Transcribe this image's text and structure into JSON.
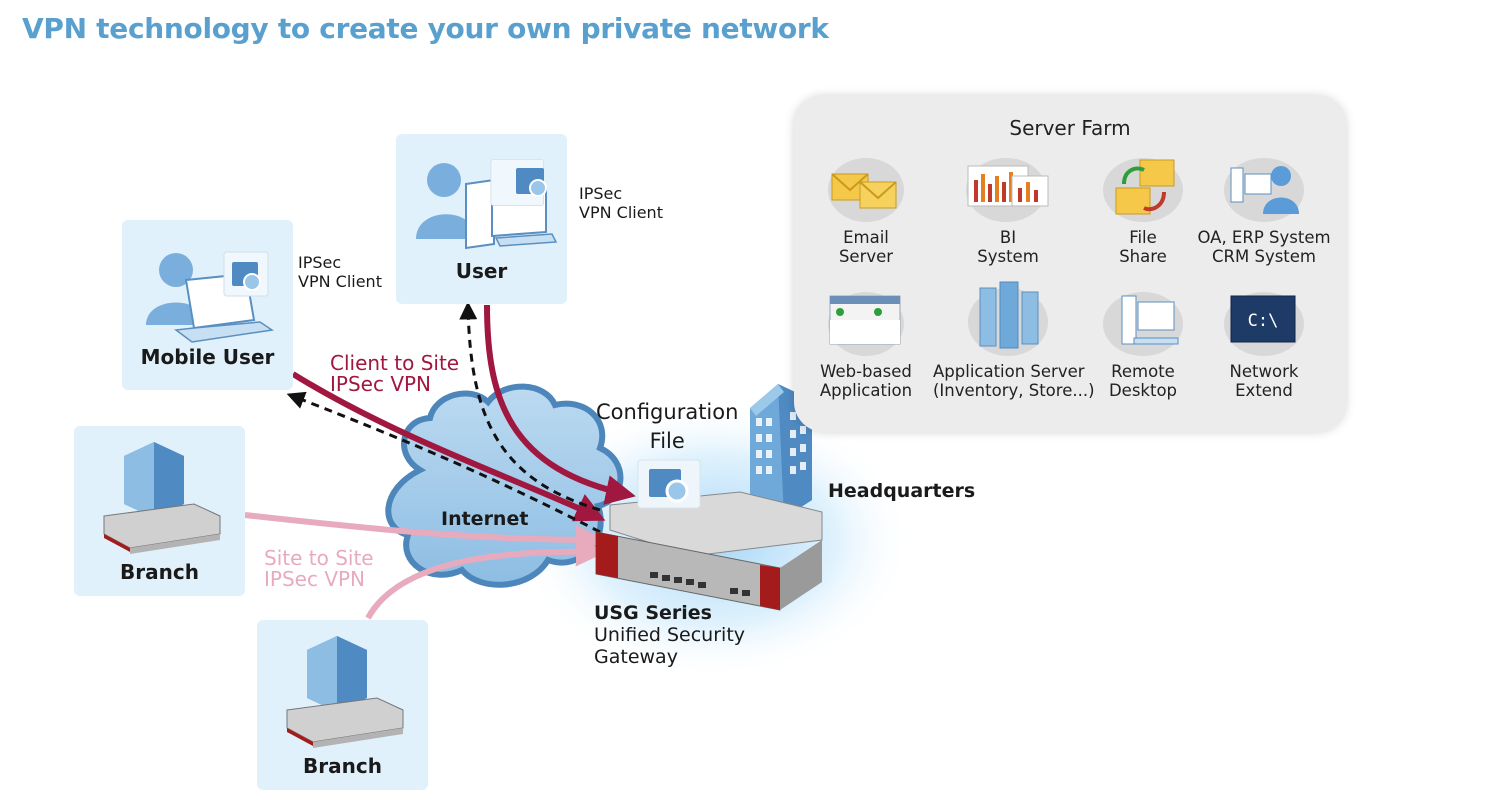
{
  "title": "VPN technology to create your own private network",
  "nodes": {
    "mobile_user": {
      "label": "Mobile User",
      "note_line1": "IPSec",
      "note_line2": "VPN Client"
    },
    "user": {
      "label": "User",
      "note_line1": "IPSec",
      "note_line2": "VPN Client"
    },
    "branch_1": {
      "label": "Branch"
    },
    "branch_2": {
      "label": "Branch"
    },
    "internet": {
      "label": "Internet"
    },
    "config_file": {
      "line1": "Configuration",
      "line2": "File"
    },
    "headquarters": {
      "label": "Headquarters"
    },
    "usg": {
      "line1": "USG Series",
      "line2": "Unified Security",
      "line3": "Gateway"
    }
  },
  "links": {
    "client_to_site": {
      "line1": "Client to Site",
      "line2": "IPSec VPN"
    },
    "site_to_site": {
      "line1": "Site to Site",
      "line2": "IPSec VPN"
    }
  },
  "server_farm": {
    "title": "Server Farm",
    "items": [
      {
        "line1": "Email",
        "line2": "Server",
        "icon": "email-icon"
      },
      {
        "line1": "BI",
        "line2": "System",
        "icon": "chart-icon"
      },
      {
        "line1": "File",
        "line2": "Share",
        "icon": "file-share-icon"
      },
      {
        "line1": "OA, ERP System",
        "line2": "CRM System",
        "icon": "erp-icon"
      },
      {
        "line1": "Web-based",
        "line2": "Application",
        "icon": "web-app-icon"
      },
      {
        "line1": "Application Server",
        "line2": "(Inventory, Store...)",
        "icon": "app-server-icon"
      },
      {
        "line1": "Remote",
        "line2": "Desktop",
        "icon": "remote-desktop-icon"
      },
      {
        "line1": "Network",
        "line2": "Extend",
        "icon": "terminal-icon",
        "glyph": "C:\\"
      }
    ]
  },
  "colors": {
    "title": "#5aa0cf",
    "client_to_site": "#a0173f",
    "site_to_site": "#e8aabd",
    "tile": "#e1f1fb",
    "cloud": "#5b95c8"
  }
}
